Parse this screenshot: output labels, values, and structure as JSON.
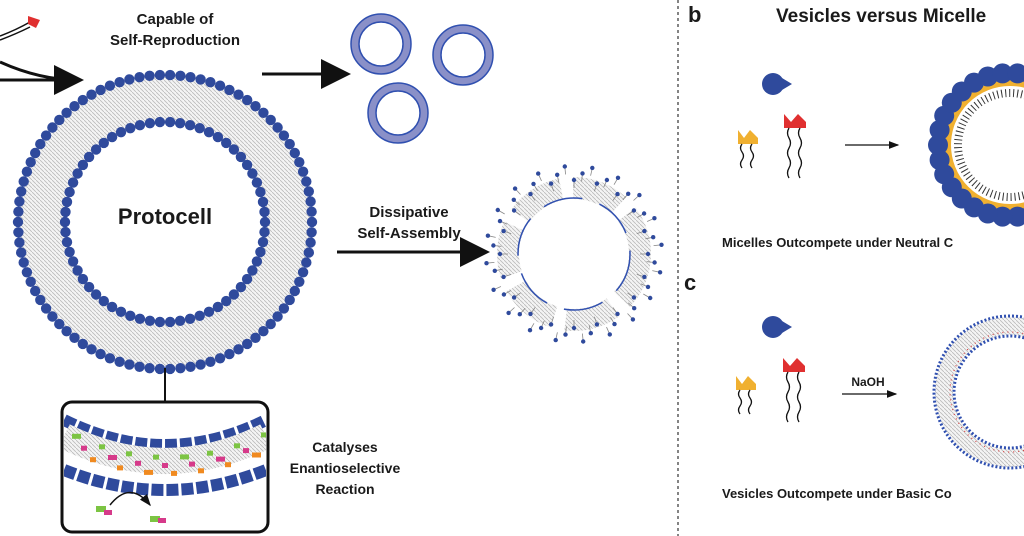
{
  "panel_a": {
    "top_label_line1": "Capable of",
    "top_label_line2": "Self-Reproduction",
    "center_label": "Protocell",
    "right_label_line1": "Dissipative",
    "right_label_line2": "Self-Assembly",
    "inset_label_line1": "Catalyses",
    "inset_label_line2": "Enantioselective",
    "inset_label_line3": "Reaction"
  },
  "panel_b": {
    "letter": "b",
    "title": "Vesicles versus Micelle",
    "caption": "Micelles Outcompete under Neutral C"
  },
  "panel_c": {
    "letter": "c",
    "reagent": "NaOH",
    "caption": "Vesicles Outcompete under Basic Co"
  },
  "colors": {
    "headgroup_blue": "#2f4a9c",
    "inner_red": "#d93a3a",
    "surfactant_yellow": "#f0b030",
    "surfactant_red": "#e03030",
    "catalyst_green": "#7cc443",
    "catalyst_pink": "#d63a8a",
    "catalyst_orange": "#f08a20"
  }
}
